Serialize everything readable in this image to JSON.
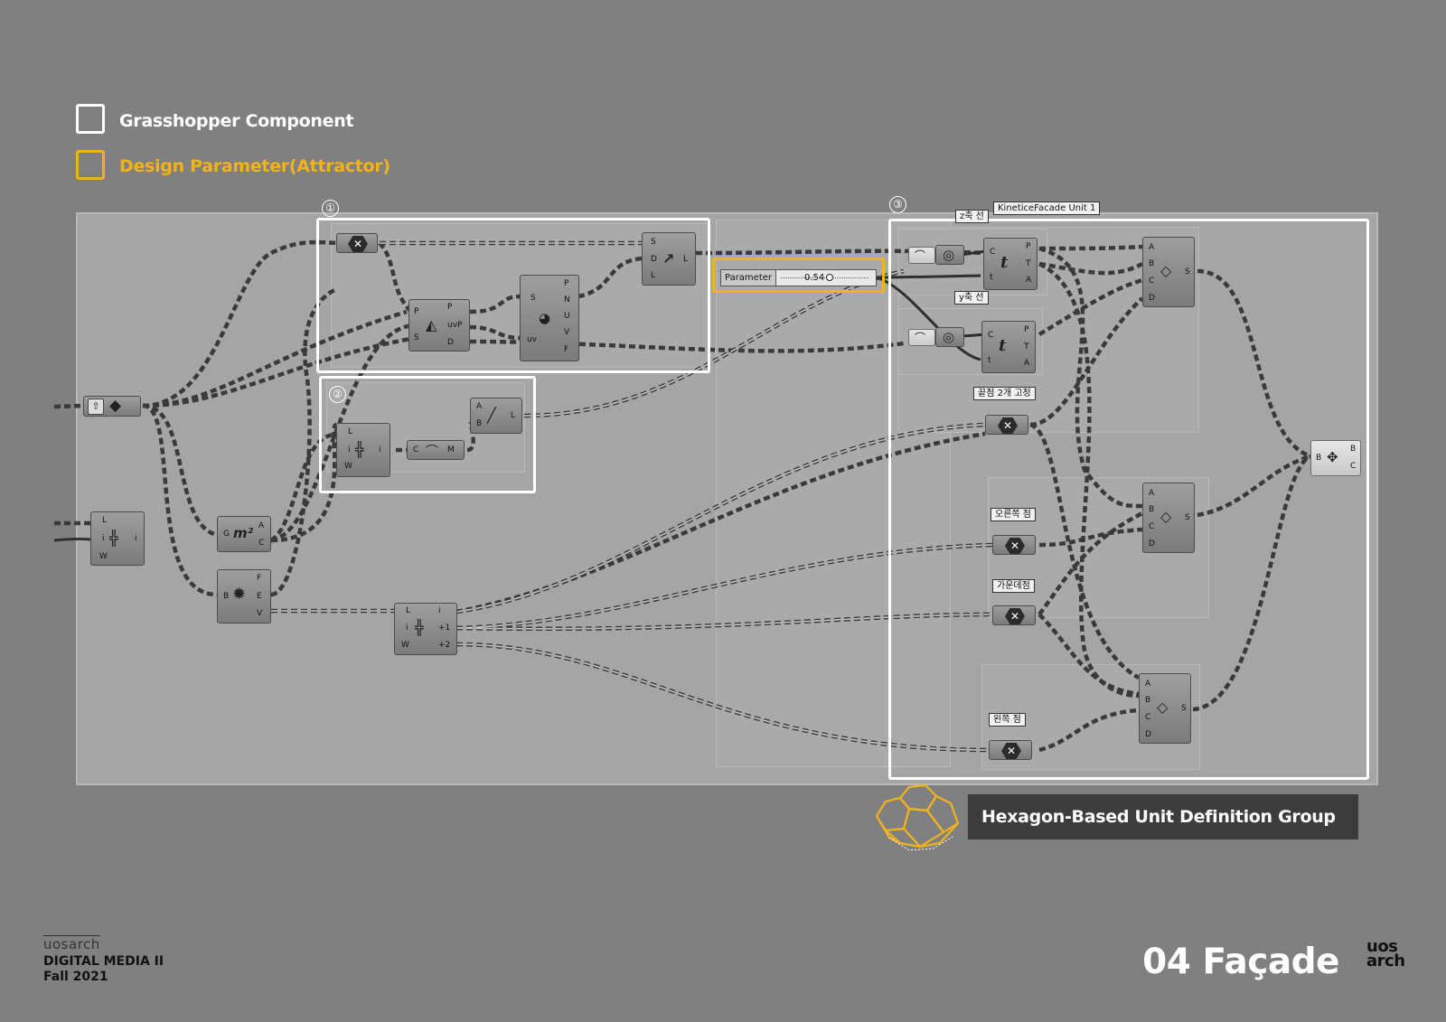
{
  "legend": {
    "component_label": "Grasshopper Component",
    "parameter_label": "Design Parameter(Attractor)"
  },
  "groups": {
    "g1_number": "①",
    "g2_number": "②",
    "g3_number": "③",
    "g3_label": "KineticeFacade Unit 1"
  },
  "slider": {
    "name": "Parameter",
    "value": "0.54"
  },
  "tags": {
    "z_curve": "z축 선",
    "y_curve": "y축 선",
    "fix_two_ends": "끝점 2개 고정",
    "right_point": "오른쪽 점",
    "center_point": "가운데점",
    "left_point": "왼쪽 점"
  },
  "pins": {
    "evaluate_curve": [
      "P",
      "S",
      "uvP",
      "D"
    ],
    "surface_closest": [
      "S",
      "uv",
      "P",
      "N",
      "U",
      "V",
      "F"
    ],
    "line_sdl": [
      "S",
      "D",
      "L",
      "L"
    ],
    "list_item_left": [
      "L",
      "i",
      "W",
      "i"
    ],
    "area": [
      "G",
      "A",
      "C"
    ],
    "deconstruct_brep": [
      "B",
      "F",
      "E",
      "V"
    ],
    "list_item_mid": [
      "L",
      "i",
      "W",
      "i",
      "+1",
      "+2"
    ],
    "list_item_g2": [
      "L",
      "i",
      "W",
      "i"
    ],
    "curve_middle": [
      "C",
      "M"
    ],
    "line_ab": [
      "A",
      "B",
      "L"
    ],
    "tween_z": [
      "C",
      "t",
      "P",
      "T",
      "A"
    ],
    "tween_y": [
      "C",
      "t",
      "P",
      "T",
      "A"
    ],
    "quad": [
      "A",
      "B",
      "C",
      "D",
      "S"
    ],
    "merge": [
      "B",
      "B",
      "C"
    ]
  },
  "badge": {
    "text": "Hexagon-Based Unit Definition Group"
  },
  "footer": {
    "logo_text": "uosarch",
    "course": "DIGITAL MEDIA II",
    "term": "Fall 2021",
    "page_title": "04 Façade",
    "school_logo": "uos arch"
  },
  "colors": {
    "background": "#808080",
    "accent_yellow": "#f2b21b",
    "group_outline": "#ffffff",
    "canvas": "#a5a5a5"
  }
}
